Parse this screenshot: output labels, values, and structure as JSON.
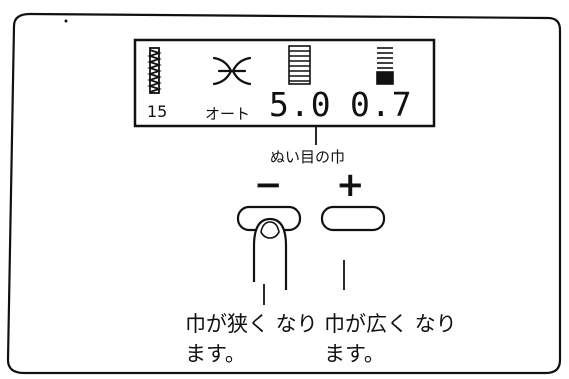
{
  "display": {
    "stitch_number": "15",
    "mode": "オート",
    "width_value": "5.0",
    "length_value": "0.7"
  },
  "width_label": "ぬい目の巾",
  "buttons": {
    "minus_symbol": "−",
    "plus_symbol": "+"
  },
  "captions": {
    "minus": "巾が狭く なります。",
    "plus": "巾が広く なります。"
  }
}
